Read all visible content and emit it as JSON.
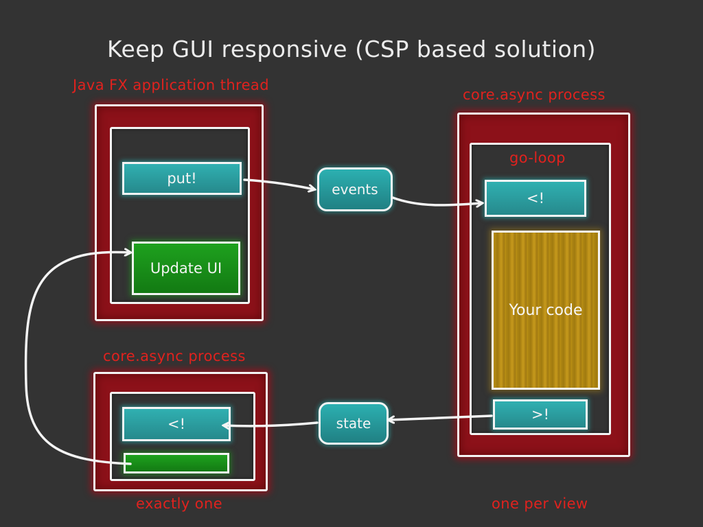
{
  "title": "Keep GUI responsive (CSP based solution)",
  "labels": {
    "javafx_thread": "Java FX application thread",
    "core_async_left": "core.async process",
    "core_async_right": "core.async process",
    "go_loop": "go-loop",
    "exactly_one": "exactly one",
    "one_per_view": "one per view"
  },
  "boxes": {
    "put": "put!",
    "update_ui": "Update UI",
    "take_left": "<!",
    "take_right": "<!",
    "your_code": "Your code",
    "put_right": ">!"
  },
  "channels": {
    "events": "events",
    "state": "state"
  },
  "colors": {
    "background": "#333333",
    "accent_red": "#e0221e",
    "teal": "#2a9a9c",
    "green": "#1a8f1a",
    "yellow": "#b88e14"
  }
}
